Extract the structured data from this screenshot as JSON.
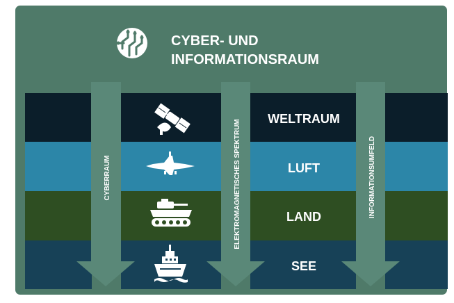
{
  "header": {
    "title_line1": "CYBER- UND",
    "title_line2": "INFORMATIONSRAUM"
  },
  "layers": [
    {
      "label": "WELTRAUM",
      "icon": "satellite-icon",
      "color": "#0b1e2a"
    },
    {
      "label": "LUFT",
      "icon": "fighter-jet-icon",
      "color": "#2c86a8"
    },
    {
      "label": "LAND",
      "icon": "tank-icon",
      "color": "#2e4e22"
    },
    {
      "label": "SEE",
      "icon": "warship-icon",
      "color": "#174157"
    }
  ],
  "arrows": [
    {
      "label": "CYBERRAUM"
    },
    {
      "label": "ELEKTROMAGNETISCHES SPEKTRUM"
    },
    {
      "label": "INFORMATIONSUMFELD"
    }
  ],
  "colors": {
    "panel": "#4f7a69",
    "arrow": "#5a8878",
    "text": "#ffffff"
  }
}
